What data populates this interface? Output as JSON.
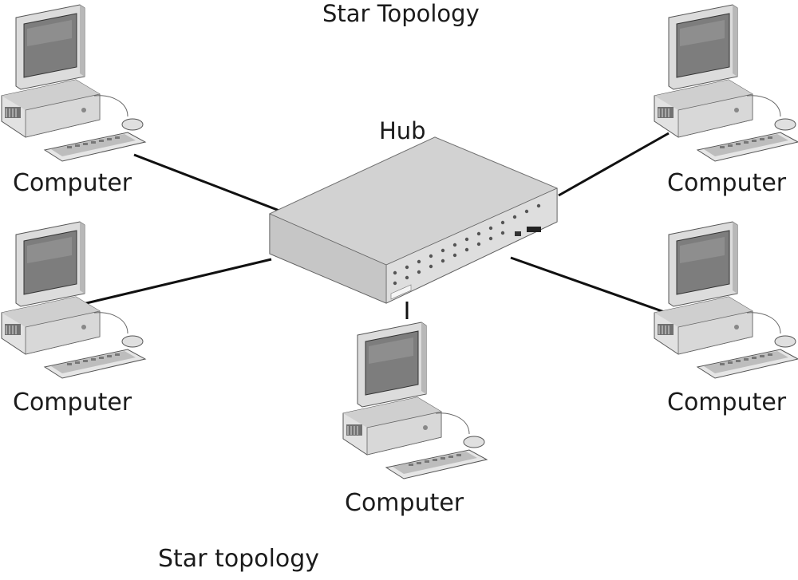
{
  "title": "Star Topology",
  "hub": {
    "label": "Hub"
  },
  "computers": [
    {
      "id": "top-left",
      "label": "Computer"
    },
    {
      "id": "mid-left",
      "label": "Computer"
    },
    {
      "id": "bottom-center",
      "label": "Computer"
    },
    {
      "id": "top-right",
      "label": "Computer"
    },
    {
      "id": "mid-right",
      "label": "Computer"
    }
  ],
  "caption": "Star topology",
  "colors": {
    "background": "#ffffff",
    "line": "#111111",
    "device": "#d6d6d6",
    "screen": "#7a7a7a"
  }
}
